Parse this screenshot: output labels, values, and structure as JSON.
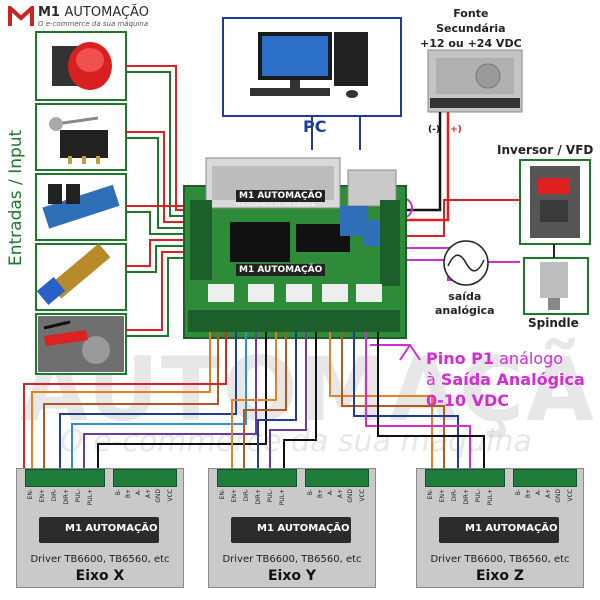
{
  "logo": {
    "brand_bold": "M1",
    "brand_thin": "AUTOMAÇÃO",
    "tagline": "O e-commerce da sua máquina"
  },
  "inputs_label": "Entradas / Input",
  "pc_label": "PC",
  "fonte": {
    "line1": "Fonte",
    "line2": "Secundária",
    "line3": "+12 ou +24 VDC",
    "minus": "(-)",
    "plus": "(+)"
  },
  "inversor_label": "Inversor / VFD",
  "spindle_label": "Spindle",
  "saida": {
    "line1": "saída",
    "line2": "analógica"
  },
  "pino": {
    "bold1": "Pino P1",
    "normal1": " análogo",
    "line2_prefix": "à ",
    "line2_bold": "Saída Analógica",
    "line3": "0-10 VDC"
  },
  "board": {
    "logo_text": "M1 AUTOMAÇÃO",
    "logo_tag": "O e-commerce da sua máquina",
    "logo_text2": "M1 AUTOMAÇÃO"
  },
  "drivers": [
    {
      "name": "Driver TB6600, TB6560, etc",
      "axis": "Eixo X",
      "logo": "M1 AUTOMAÇÃO"
    },
    {
      "name": "Driver TB6600, TB6560, etc",
      "axis": "Eixo Y",
      "logo": "M1 AUTOMAÇÃO"
    },
    {
      "name": "Driver TB6600, TB6560, etc",
      "axis": "Eixo Z",
      "logo": "M1 AUTOMAÇÃO"
    }
  ],
  "driver_pins": [
    "EN-",
    "EN+",
    "DIR-",
    "DIR+",
    "PUL-",
    "PUL+",
    "B-",
    "B+",
    "A-",
    "A+",
    "GND",
    "VCC"
  ],
  "colors": {
    "green_wire": "#1a7a2a",
    "red_wire": "#e02020",
    "blue_wire": "#1e3c9a",
    "magenta": "#d62ad6",
    "board": "#2e8b3a"
  }
}
